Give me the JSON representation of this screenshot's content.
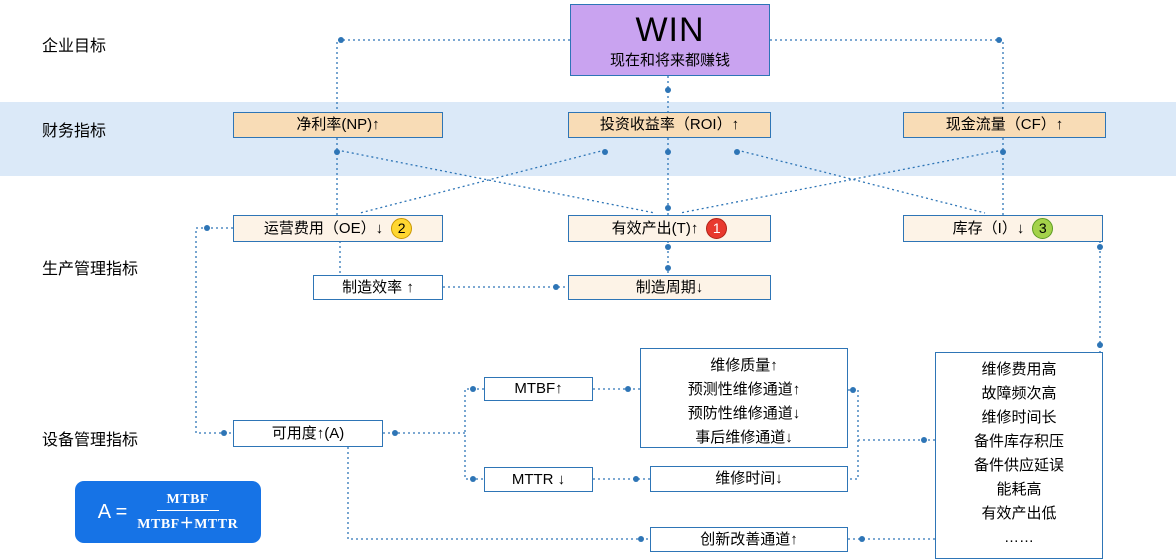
{
  "rows": {
    "enterprise": "企业目标",
    "finance": "财务指标",
    "production": "生产管理指标",
    "equipment": "设备管理指标"
  },
  "goal": {
    "title": "WIN",
    "subtitle": "现在和将来都赚钱"
  },
  "finance": {
    "np": "净利率(NP)↑",
    "roi": "投资收益率（ROI）↑",
    "cf": "现金流量（CF）↑"
  },
  "production": {
    "oe": "运营费用（OE）↓",
    "oe_badge": "2",
    "t": "有效产出(T)↑",
    "t_badge": "1",
    "i": "库存（I）↓",
    "i_badge": "3",
    "mfg_eff": "制造效率 ↑",
    "mfg_cycle": "制造周期↓"
  },
  "equipment": {
    "availability": "可用度↑(A)",
    "mtbf": "MTBF↑",
    "mttr": "MTTR ↓",
    "maint_channels": [
      "维修质量↑",
      "预测性维修通道↑",
      "预防性维修通道↓",
      "事后维修通道↓"
    ],
    "repair_time": "维修时间↓",
    "innovation": "创新改善通道↑",
    "problems": [
      "维修费用高",
      "故障频次高",
      "维修时间长",
      "备件库存积压",
      "备件供应延误",
      "能耗高",
      "有效产出低",
      "……"
    ]
  },
  "formula": {
    "lhs": "A =",
    "numerator": "MTBF",
    "denominator": "MTBF＋MTTR"
  },
  "colors": {
    "accent": "#2e75b6",
    "goal-fill": "#c9a3f0",
    "finance-fill": "#f8dcb6",
    "production-fill": "#fdf3e7",
    "band": "#dbe9f8",
    "badge-yellow": "#ffd732",
    "badge-red": "#e8392e",
    "badge-green": "#a4d24a",
    "formula-bg": "#1673e6"
  }
}
